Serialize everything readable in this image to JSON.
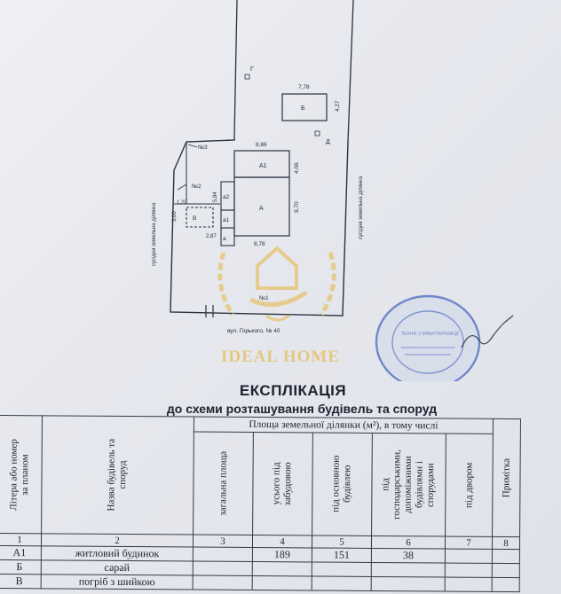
{
  "plan": {
    "street_label": "вул. Горького, № 40",
    "left_side_label": "сусідня земельна ділянка",
    "right_side_label": "сусідня земельна ділянка",
    "buildings": [
      {
        "id": "A1",
        "label": "А1"
      },
      {
        "id": "A",
        "label": "А"
      },
      {
        "id": "a2",
        "label": "а2"
      },
      {
        "id": "a1",
        "label": "а1"
      },
      {
        "id": "a",
        "label": "а"
      },
      {
        "id": "B",
        "label": "В"
      },
      {
        "id": "Б",
        "label": "Б"
      }
    ],
    "dimensions": [
      "7,78",
      "4,27",
      "8,86",
      "4,06",
      "9,70",
      "8,78",
      "5,84",
      "1,20",
      "3,00",
      "2,87"
    ],
    "markers": [
      "Г",
      "Д",
      "№3",
      "№2",
      "№1"
    ]
  },
  "watermark": {
    "text": "IDEAL HOME"
  },
  "stamp": {
    "text": "ТЕХНІК З ІНВЕНТАРИЗАЦІЇ"
  },
  "document": {
    "title": "ЕКСПЛІКАЦІЯ",
    "subtitle": "до схеми розташування будівель та споруд"
  },
  "table": {
    "col1_header": "Літера або номер\nза планом",
    "col2_header": "Назва будівель та\nспоруд",
    "group_header": "Площа земельної ділянки (м²), в тому числі",
    "sub_headers": [
      "загальна площа",
      "усього під\nзабудовою",
      "під основною\nбудівлею",
      "під\nгосподарськими,\nдопоміжними\nбудівлями і\nспорудами",
      "під двором"
    ],
    "note_header": "Примітка",
    "column_numbers": [
      "1",
      "2",
      "3",
      "4",
      "5",
      "6",
      "7",
      "8"
    ],
    "rows": [
      {
        "letter": "А1",
        "name": "житловий будинок",
        "total": "",
        "built": "189",
        "main": "151",
        "aux": "38",
        "yard": "",
        "note": ""
      },
      {
        "letter": "Б",
        "name": "сарай",
        "total": "",
        "built": "",
        "main": "",
        "aux": "",
        "yard": "",
        "note": ""
      },
      {
        "letter": "В",
        "name": "погріб з шийкою",
        "total": "",
        "built": "",
        "main": "",
        "aux": "",
        "yard": "",
        "note": ""
      }
    ]
  }
}
